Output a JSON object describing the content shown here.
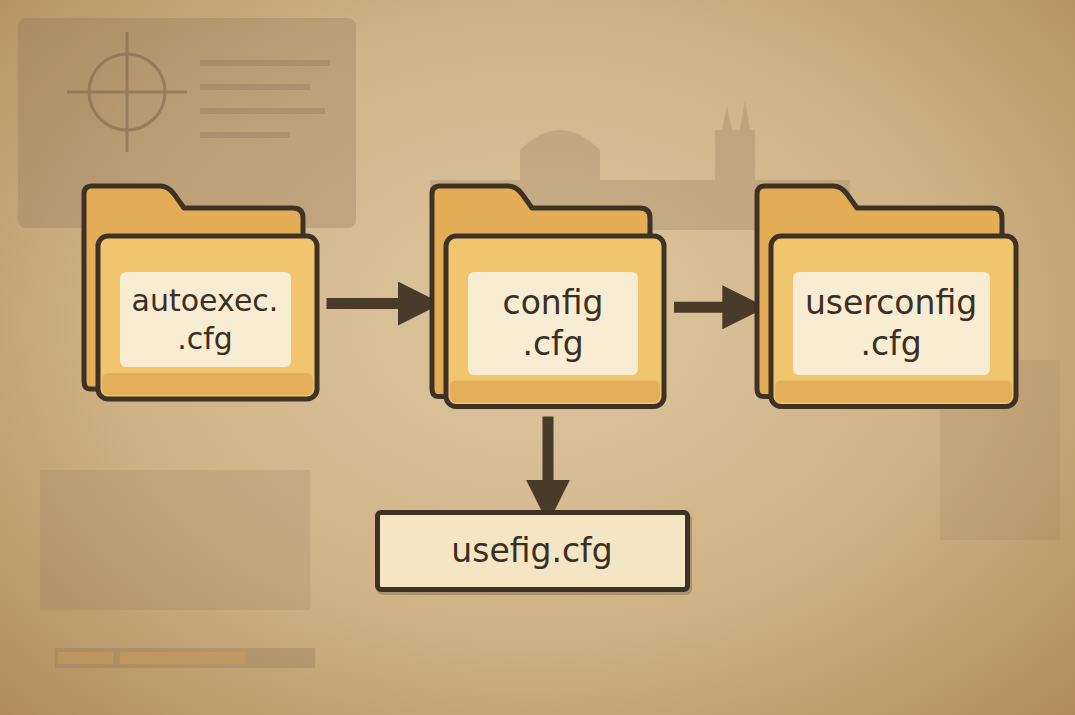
{
  "diagram": {
    "nodes": [
      {
        "text": [
          "autoexec. .cfg"
        ]
      },
      {
        "text": [
          "config .cfg"
        ]
      },
      {
        "text": [
          "userconfig .cfg"
        ]
      },
      {
        "text": [
          "usefig.cfg"
        ]
      }
    ],
    "edges": [
      {
        "from": 0,
        "to": 1,
        "arrow": "to"
      },
      {
        "from": 1,
        "to": 2,
        "arrow": "to"
      },
      {
        "from": 1,
        "to": 3,
        "arrow": "to"
      }
    ]
  }
}
